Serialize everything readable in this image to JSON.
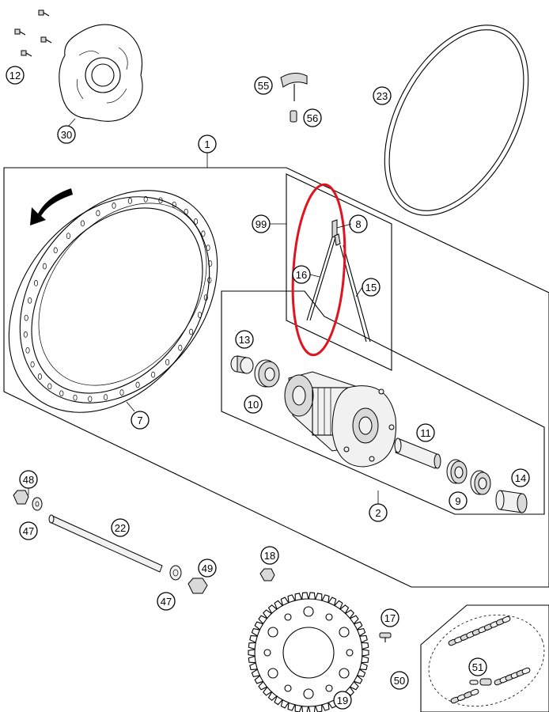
{
  "diagram": {
    "callouts": [
      {
        "id": "c1",
        "label": "1"
      },
      {
        "id": "c2",
        "label": "2"
      },
      {
        "id": "c7",
        "label": "7"
      },
      {
        "id": "c8",
        "label": "8"
      },
      {
        "id": "c9",
        "label": "9"
      },
      {
        "id": "c10",
        "label": "10"
      },
      {
        "id": "c11",
        "label": "11"
      },
      {
        "id": "c12",
        "label": "12"
      },
      {
        "id": "c13",
        "label": "13"
      },
      {
        "id": "c14",
        "label": "14"
      },
      {
        "id": "c15",
        "label": "15"
      },
      {
        "id": "c16",
        "label": "16"
      },
      {
        "id": "c17",
        "label": "17"
      },
      {
        "id": "c18",
        "label": "18"
      },
      {
        "id": "c19",
        "label": "19"
      },
      {
        "id": "c22",
        "label": "22"
      },
      {
        "id": "c23",
        "label": "23"
      },
      {
        "id": "c30",
        "label": "30"
      },
      {
        "id": "c47a",
        "label": "47"
      },
      {
        "id": "c47b",
        "label": "47"
      },
      {
        "id": "c48",
        "label": "48"
      },
      {
        "id": "c49",
        "label": "49"
      },
      {
        "id": "c50",
        "label": "50"
      },
      {
        "id": "c51",
        "label": "51"
      },
      {
        "id": "c55",
        "label": "55"
      },
      {
        "id": "c56",
        "label": "56"
      },
      {
        "id": "c99",
        "label": "99"
      }
    ],
    "highlight_color": "#e0141e",
    "line_color": "#000000"
  }
}
